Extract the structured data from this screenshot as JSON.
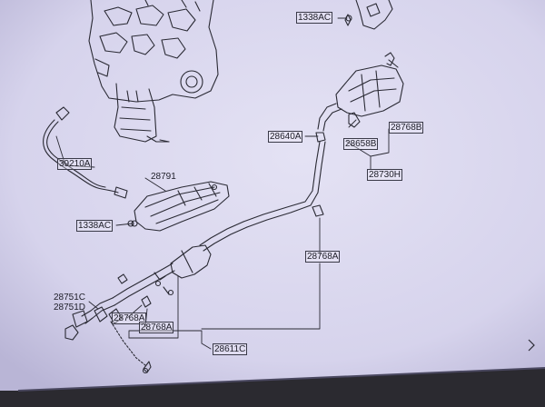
{
  "diagram": {
    "part_labels": [
      {
        "id": "1338ac-top",
        "text": "1338AC"
      },
      {
        "id": "39210a",
        "text": "39210A"
      },
      {
        "id": "28791",
        "text": "28791"
      },
      {
        "id": "1338ac-left",
        "text": "1338AC"
      },
      {
        "id": "28640a",
        "text": "28640A"
      },
      {
        "id": "28768b",
        "text": "28768B"
      },
      {
        "id": "28658b",
        "text": "28658B"
      },
      {
        "id": "28730h",
        "text": "28730H"
      },
      {
        "id": "28768a-right",
        "text": "28768A"
      },
      {
        "id": "28751c",
        "text": "28751C"
      },
      {
        "id": "28751d",
        "text": "28751D"
      },
      {
        "id": "28768a-lower1",
        "text": "28768A"
      },
      {
        "id": "28768a-lower2",
        "text": "28768A"
      },
      {
        "id": "28611c",
        "text": "28611C"
      }
    ]
  },
  "colors": {
    "paper": "#d9d6ee",
    "ink": "#1e1e28",
    "bezel": "#2b2a30"
  }
}
